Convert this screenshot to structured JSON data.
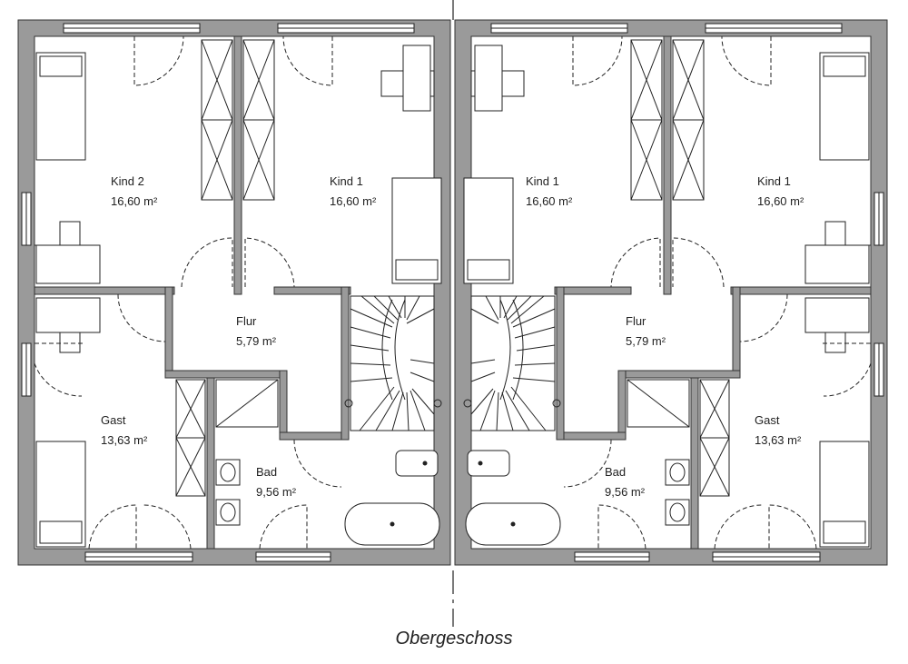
{
  "caption": "Obergeschoss",
  "rooms": {
    "left": {
      "kind_a": {
        "name": "Kind 2",
        "area": "16,60 m²"
      },
      "kind_b": {
        "name": "Kind 1",
        "area": "16,60 m²"
      },
      "flur": {
        "name": "Flur",
        "area": "5,79 m²"
      },
      "gast": {
        "name": "Gast",
        "area": "13,63 m²"
      },
      "bad": {
        "name": "Bad",
        "area": "9,56 m²"
      }
    },
    "right": {
      "kind_a": {
        "name": "Kind 1",
        "area": "16,60 m²"
      },
      "kind_b": {
        "name": "Kind 1",
        "area": "16,60 m²"
      },
      "flur": {
        "name": "Flur",
        "area": "5,79 m²"
      },
      "gast": {
        "name": "Gast",
        "area": "13,63 m²"
      },
      "bad": {
        "name": "Bad",
        "area": "9,56 m²"
      }
    }
  },
  "colors": {
    "wall": "#9a9a9a",
    "line": "#222222",
    "background": "#ffffff"
  }
}
